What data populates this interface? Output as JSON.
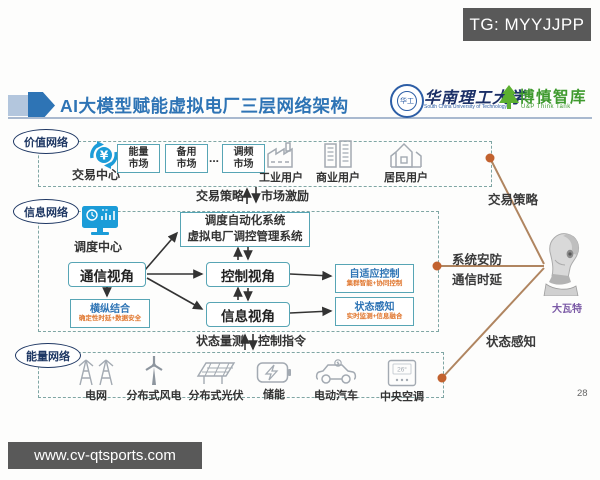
{
  "overlay": {
    "tg_badge": "TG: MYYJJPP",
    "watermark": "www.cv-qtsports.com"
  },
  "header": {
    "title": "AI大模型赋能虚拟电厂三层网络架构",
    "scut_name": "华南理工大学",
    "scut_subtitle": "South China University of Technology",
    "scut_seal_text": "华工",
    "tank_name": "博慎智库",
    "tank_subtitle": "U&P Think Tank"
  },
  "page_number": "28",
  "diagram": {
    "layers": {
      "value": "价值网络",
      "info": "信息网络",
      "energy": "能量网络"
    },
    "value_layer": {
      "trade_center": "交易中心",
      "markets": [
        {
          "l1": "能量",
          "l2": "市场"
        },
        {
          "l1": "备用",
          "l2": "市场"
        },
        {
          "l1": "调频",
          "l2": "市场"
        }
      ],
      "dots": "...",
      "users": [
        "工业用户",
        "商业用户",
        "居民用户"
      ]
    },
    "flow_top": {
      "left": "交易策略",
      "right": "市场激励"
    },
    "info_layer": {
      "dispatch_center": "调度中心",
      "system_box_line1": "调度自动化系统",
      "system_box_line2": "虚拟电厂调控管理系统",
      "comm_view": "通信视角",
      "control_view": "控制视角",
      "info_view": "信息视角",
      "hz_title": "横纵结合",
      "hz_subtitle": "确定性时延+数据安全",
      "adaptive_title": "自适应控制",
      "adaptive_subtitle": "集群智能+协同控制",
      "state_title": "状态感知",
      "state_subtitle": "实时监测+信息融合"
    },
    "flow_bottom": {
      "left": "状态量测",
      "right": "控制指令"
    },
    "energy_layer": {
      "devices": [
        "电网",
        "分布式风电",
        "分布式光伏",
        "储能",
        "电动汽车",
        "中央空调"
      ],
      "thermostat_temp": "26°"
    },
    "right_side": {
      "top_label": "交易策略",
      "mid_label1": "系统安防",
      "mid_label2": "通信时延",
      "bottom_label": "状态感知",
      "robot_name": "大瓦特"
    }
  },
  "colors": {
    "title_blue": "#2e74b5",
    "icon_blue": "#1b9cd8",
    "teal_border": "#57a5b5",
    "dashed_border": "#7fa6a4",
    "subtitle_orange": "#e0762e",
    "tan_line": "#b08560",
    "dot_orange": "#c2622f",
    "badge_gray": "#595959",
    "thinktank_green": "#3f9a2e"
  }
}
